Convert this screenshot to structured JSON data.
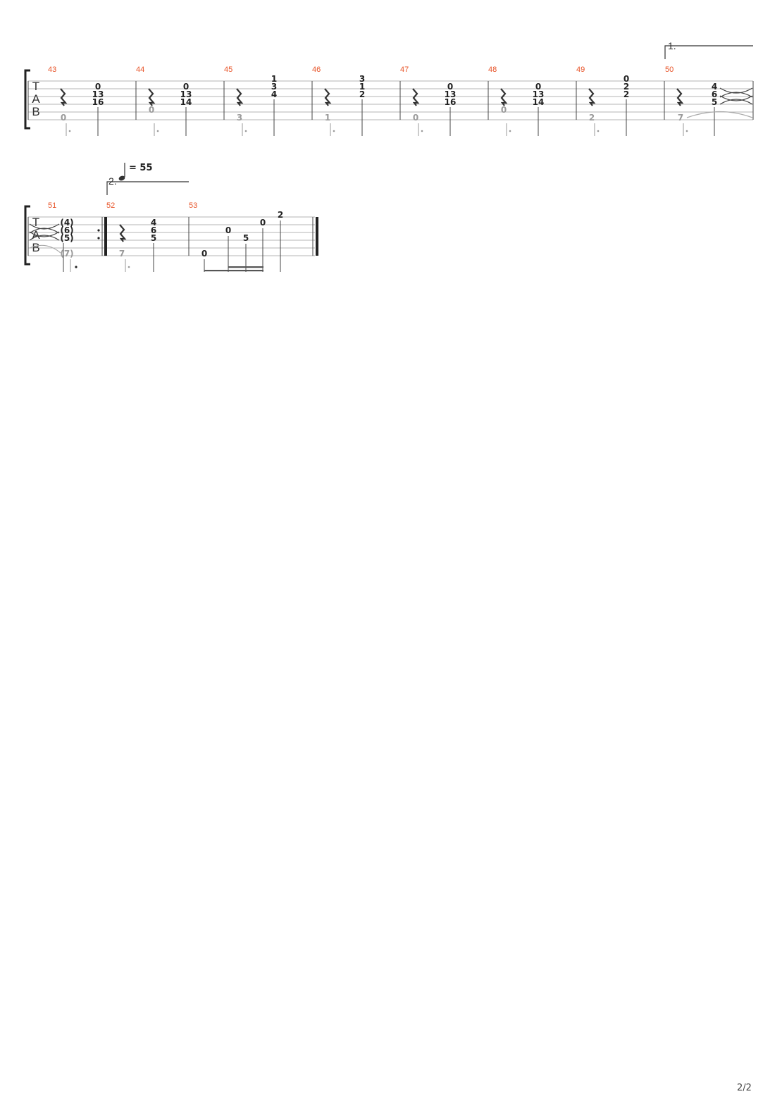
{
  "page": {
    "number_label": "2/2"
  },
  "clef": {
    "letters": [
      "T",
      "A",
      "B"
    ]
  },
  "tempo": {
    "symbol": "quarter-note",
    "value_label": "= 55"
  },
  "volta": {
    "first_label": "1.",
    "second_label": "2."
  },
  "colors": {
    "measure_number": "#e8552a",
    "note": "#222222",
    "bass": "#9a9a9a",
    "staff_line": "#b5b5b5"
  },
  "systems": [
    {
      "id": "system-1",
      "measures": [
        {
          "number": "43",
          "notes": [
            "0",
            "13",
            "16"
          ],
          "bass": "0"
        },
        {
          "number": "44",
          "notes": [
            "0",
            "13",
            "14"
          ],
          "bass": "0"
        },
        {
          "number": "45",
          "notes": [
            "1",
            "3",
            "4"
          ],
          "bass": "3"
        },
        {
          "number": "46",
          "notes": [
            "3",
            "1",
            "2"
          ],
          "bass": "1"
        },
        {
          "number": "47",
          "notes": [
            "0",
            "13",
            "16"
          ],
          "bass": "0"
        },
        {
          "number": "48",
          "notes": [
            "0",
            "13",
            "14"
          ],
          "bass": "0"
        },
        {
          "number": "49",
          "notes": [
            "0",
            "2",
            "2"
          ],
          "bass": "2"
        },
        {
          "number": "50",
          "notes": [
            "4",
            "6",
            "5"
          ],
          "bass": "7"
        }
      ]
    },
    {
      "id": "system-2",
      "measures": [
        {
          "number": "51",
          "notes": [
            "(4)",
            "(6)",
            "(5)"
          ],
          "bass": "(7)"
        },
        {
          "number": "52",
          "notes": [
            "4",
            "6",
            "5"
          ],
          "bass": "7"
        },
        {
          "number": "53",
          "notes": [
            "0",
            "0",
            "5",
            "0",
            "2"
          ],
          "bass": ""
        }
      ]
    }
  ]
}
